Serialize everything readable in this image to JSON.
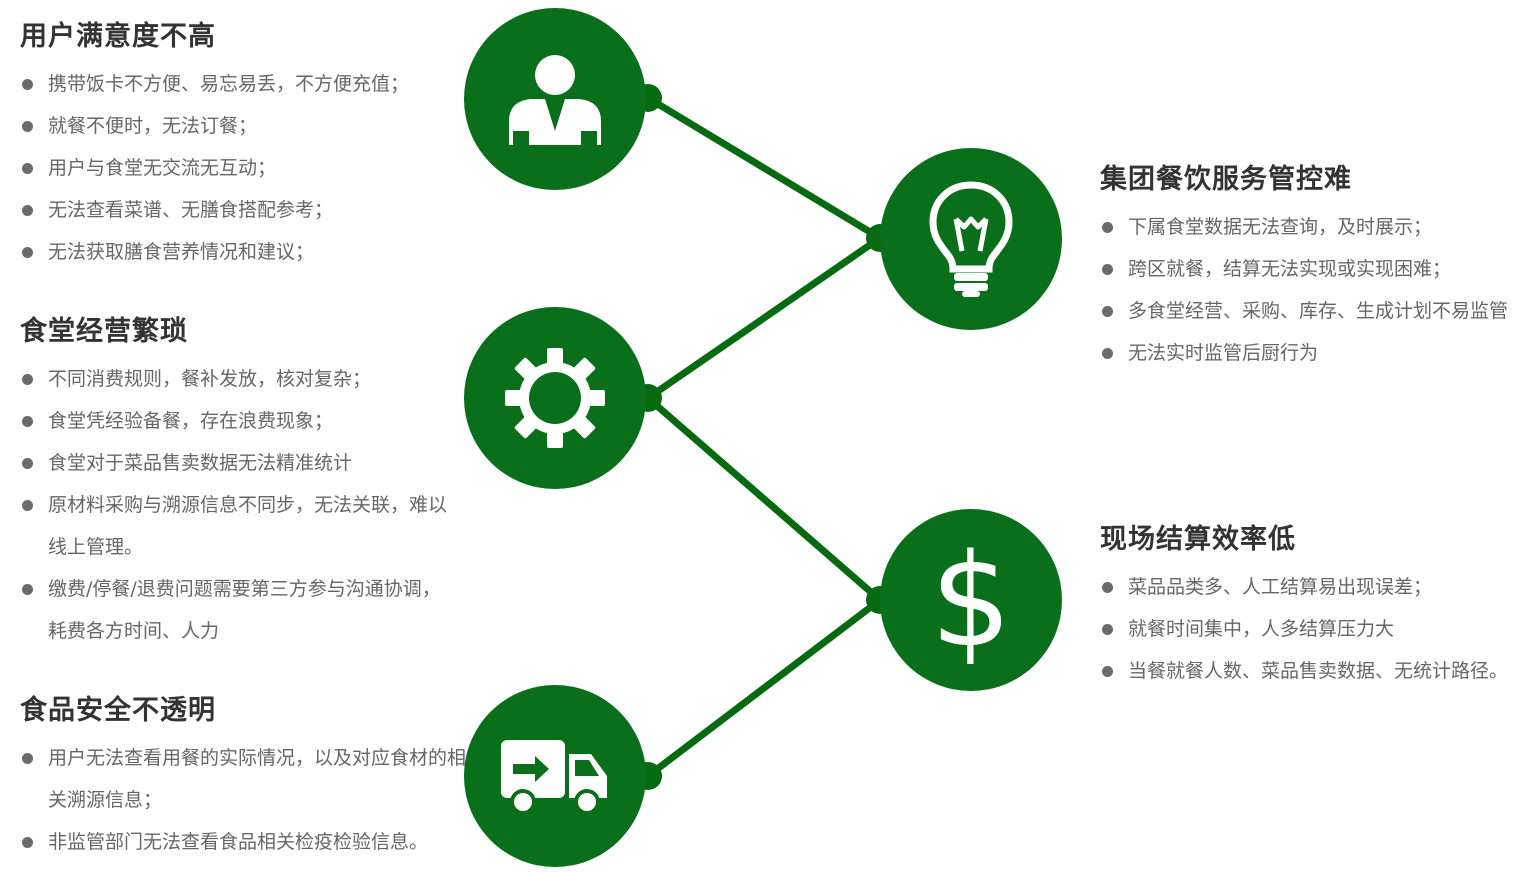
{
  "left_sections": [
    {
      "title": "用户满意度不高",
      "items": [
        "携带饭卡不方便、易忘易丢，不方便充值；",
        "就餐不便时，无法订餐；",
        "用户与食堂无交流无互动；",
        "无法查看菜谱、无膳食搭配参考；",
        "无法获取膳食营养情况和建议；"
      ]
    },
    {
      "title": "食堂经营繁琐",
      "items": [
        "不同消费规则，餐补发放，核对复杂；",
        "食堂凭经验备餐，存在浪费现象；",
        "食堂对于菜品售卖数据无法精准统计",
        "原材料采购与溯源信息不同步，无法关联，难以线上管理。",
        "缴费/停餐/退费问题需要第三方参与沟通协调，耗费各方时间、人力"
      ]
    },
    {
      "title": "食品安全不透明",
      "items": [
        "用户无法查看用餐的实际情况，以及对应食材的相关溯源信息；",
        "非监管部门无法查看食品相关检疫检验信息。"
      ]
    }
  ],
  "right_sections": [
    {
      "title": "集团餐饮服务管控难",
      "items": [
        "下属食堂数据无法查询，及时展示；",
        "跨区就餐，结算无法实现或实现困难；",
        "多食堂经营、采购、库存、生成计划不易监管",
        "无法实时监管后厨行为"
      ]
    },
    {
      "title": "现场结算效率低",
      "items": [
        "菜品品类多、人工结算易出现误差；",
        "就餐时间集中，人多结算压力大",
        "当餐就餐人数、菜品售卖数据、无统计路径。"
      ]
    }
  ],
  "icons": {
    "user": "user-icon",
    "gear": "gear-icon",
    "truck": "truck-icon",
    "bulb": "lightbulb-icon",
    "dollar": "dollar-icon"
  },
  "colors": {
    "circle_green": "#0a6f1b",
    "line_green": "#066a10",
    "title_text": "#333333",
    "body_text": "#666666",
    "bullet": "#6b6b6b"
  }
}
